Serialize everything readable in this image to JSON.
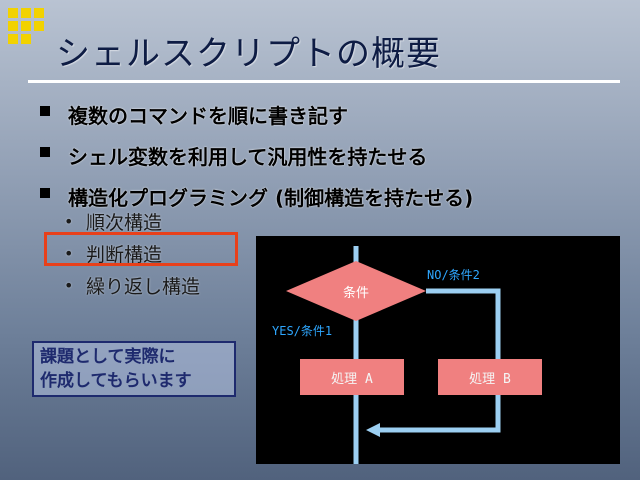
{
  "slide": {
    "title": "シェルスクリプトの概要",
    "bullets": [
      "複数のコマンドを順に書き記す",
      "シェル変数を利用して汎用性を持たせる",
      "構造化プログラミング (制御構造を持たせる)"
    ],
    "sub_bullets": [
      "順次構造",
      "判断構造",
      "繰り返し構造"
    ],
    "highlighted_sub_bullet": "判断構造",
    "note_lines": [
      "課題として実際に",
      "作成してもらいます"
    ]
  },
  "flowchart": {
    "condition": "条件",
    "yes_label": "YES/条件1",
    "no_label": "NO/条件2",
    "box_a": "処理 A",
    "box_b": "処理 B"
  },
  "colors": {
    "accent_yellow": "#f2d200",
    "highlight_red": "#e8401a",
    "flow_line_blue": "#9ccff2",
    "flow_label_blue": "#2ea7ff",
    "flow_box_red": "#f08080",
    "note_border": "#1e2a6e"
  }
}
